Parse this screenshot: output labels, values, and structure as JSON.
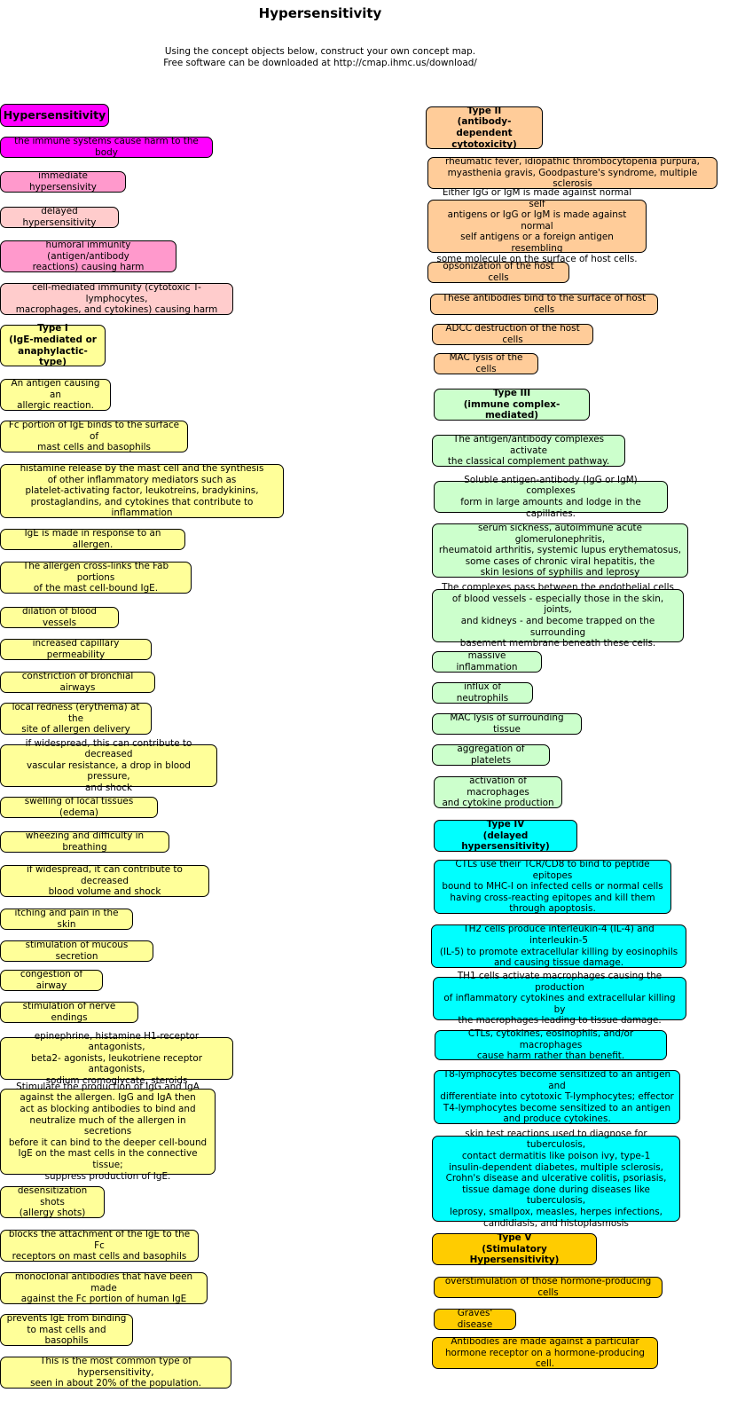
{
  "title": "Hypersensitivity",
  "instructions": {
    "line1": "Using the concept objects below, construct your own concept map.",
    "line2": "Free software can be downloaded at http://cmap.ihmc.us/download/"
  },
  "colors": {
    "magenta": "#ff00ff",
    "pink": "#ff99cc",
    "light_pink": "#ffcccc",
    "yellow": "#ffff99",
    "peach": "#ffcc99",
    "light_green": "#ccffcc",
    "cyan": "#00ffff",
    "gold": "#ffcc00"
  },
  "nodes": [
    {
      "id": "hypersensitivity",
      "text": "Hypersensitivity",
      "color": "#ff00ff"
    },
    {
      "id": "immune-harm",
      "text": "the immune systems cause harm to the body",
      "color": "#ff00ff"
    },
    {
      "id": "immediate-hypersensitivity",
      "text": "immediate hypersensivity",
      "color": "#ff99cc"
    },
    {
      "id": "delayed-hypersensitivity",
      "text": "delayed hypersensitivity",
      "color": "#ffcccc"
    },
    {
      "id": "humoral-immunity",
      "text": "humoral immunity (antigen/antibody\nreactions) causing harm",
      "color": "#ff99cc"
    },
    {
      "id": "cell-mediated-immunity",
      "text": "cell-mediated immunity (cytotoxic T-lymphocytes,\nmacrophages, and cytokines) causing harm",
      "color": "#ffcccc"
    },
    {
      "id": "type-1",
      "text": "Type I\n(IgE-mediated or\nanaphylactic-type)",
      "color": "#ffff99"
    },
    {
      "id": "antigen-allergic",
      "text": "An antigen causing an\nallergic reaction.",
      "color": "#ffff99"
    },
    {
      "id": "fc-portion",
      "text": "Fc portion of IgE binds to the surface of\nmast cells and basophils",
      "color": "#ffff99"
    },
    {
      "id": "histamine-release",
      "text": "histamine release by the mast cell and the synthesis\nof other inflammatory mediators such as\nplatelet-activating factor, leukotreins, bradykinins,\nprostaglandins, and cytokines that contribute to inflammation",
      "color": "#ffff99"
    },
    {
      "id": "ige-made",
      "text": "IgE is made in response to an allergen.",
      "color": "#ffff99"
    },
    {
      "id": "allergen-crosslinks",
      "text": "The allergen cross-links the Fab portions\nof the mast cell-bound IgE.",
      "color": "#ffff99"
    },
    {
      "id": "dilation",
      "text": "dilation of blood vessels",
      "color": "#ffff99"
    },
    {
      "id": "capillary-permeability",
      "text": "increased capillary permeability",
      "color": "#ffff99"
    },
    {
      "id": "bronchial-constriction",
      "text": "constriction of bronchial airways",
      "color": "#ffff99"
    },
    {
      "id": "local-redness",
      "text": "local redness (erythema) at the\nsite of allergen delivery",
      "color": "#ffff99"
    },
    {
      "id": "widespread-shock",
      "text": "if widespread, this can contribute to decreased\nvascular resistance, a drop in blood pressure,\nand shock",
      "color": "#ffff99"
    },
    {
      "id": "swelling",
      "text": "swelling of local tissues (edema)",
      "color": "#ffff99"
    },
    {
      "id": "wheezing",
      "text": "wheezing and difficulty in breathing",
      "color": "#ffff99"
    },
    {
      "id": "widespread-volume",
      "text": "if widespread, it can contribute to decreased\nblood volume and shock",
      "color": "#ffff99"
    },
    {
      "id": "itching",
      "text": "itching and pain in the skin",
      "color": "#ffff99"
    },
    {
      "id": "mucous",
      "text": "stimulation of mucous secretion",
      "color": "#ffff99"
    },
    {
      "id": "congestion",
      "text": "congestion of airway",
      "color": "#ffff99"
    },
    {
      "id": "nerve-endings",
      "text": "stimulation of nerve endings",
      "color": "#ffff99"
    },
    {
      "id": "epinephrine",
      "text": "epinephrine, histamine H1-receptor antagonists,\nbeta2- agonists, leukotriene receptor antagonists,\nsodium cromoglycate, steroids",
      "color": "#ffff99"
    },
    {
      "id": "stimulate-igg",
      "text": "Stimulate the production of IgG and IgA\nagainst the allergen. IgG and IgA then\nact as blocking antibodies to bind and\nneutralize much of the allergen in secretions\nbefore it can bind to the deeper cell-bound\nIgE on the mast cells in the connective tissue;\nsuppress production of IgE.",
      "color": "#ffff99"
    },
    {
      "id": "desensitization",
      "text": "desensitization shots\n(allergy shots)",
      "color": "#ffff99"
    },
    {
      "id": "blocks-attachment",
      "text": "blocks the attachment of the IgE to the Fc\nreceptors on mast cells and basophils",
      "color": "#ffff99"
    },
    {
      "id": "monoclonal",
      "text": "monoclonal antibodies that have been made\nagainst the Fc portion of human IgE",
      "color": "#ffff99"
    },
    {
      "id": "prevents-ige",
      "text": "prevents IgE from binding\nto mast cells and basophils",
      "color": "#ffff99"
    },
    {
      "id": "most-common",
      "text": "This is the most common type of hypersensitivity,\nseen in about 20% of the population.",
      "color": "#ffff99"
    },
    {
      "id": "type-2",
      "text": "Type II\n(antibody-dependent\ncytotoxicity)",
      "color": "#ffcc99"
    },
    {
      "id": "rheumatic-fever",
      "text": "rheumatic fever, idiopathic thrombocytopenia purpura,\nmyasthenia gravis, Goodpasture's syndrome, multiple sclerosis",
      "color": "#ffcc99"
    },
    {
      "id": "igg-igm",
      "text": "Either IgG or IgM is made against normal self\nantigens or IgG or IgM is made against normal\nself antigens or a foreign antigen resembling\nsome molecule on the surface of host cells.",
      "color": "#ffcc99"
    },
    {
      "id": "opsonization",
      "text": "opsonization of the host cells",
      "color": "#ffcc99"
    },
    {
      "id": "antibodies-bind",
      "text": "These antibodies bind to the surface of host cells",
      "color": "#ffcc99"
    },
    {
      "id": "adcc",
      "text": "ADCC destruction of the host cells",
      "color": "#ffcc99"
    },
    {
      "id": "mac-lysis-cells",
      "text": "MAC lysis of the cells",
      "color": "#ffcc99"
    },
    {
      "id": "type-3",
      "text": "Type III\n(immune complex-mediated)",
      "color": "#ccffcc"
    },
    {
      "id": "complexes-activate",
      "text": "The antigen/antibody complexes activate\nthe classical complement pathway.",
      "color": "#ccffcc"
    },
    {
      "id": "soluble-complexes",
      "text": "Soluble antigen-antibody (IgG or IgM) complexes\nform in large amounts and lodge in the capillaries.",
      "color": "#ccffcc"
    },
    {
      "id": "serum-sickness",
      "text": "serum sickness, autoimmune acute glomerulonephritis,\nrheumatoid arthritis, systemic lupus erythematosus,\nsome cases of chronic viral hepatitis, the\nskin lesions of syphilis and leprosy",
      "color": "#ccffcc"
    },
    {
      "id": "complexes-pass",
      "text": "The complexes pass between the endothelial cells\nof blood vessels - especially those in the skin, joints,\nand kidneys - and become trapped on the surrounding\nbasement membrane beneath these cells.",
      "color": "#ccffcc"
    },
    {
      "id": "massive-inflammation",
      "text": "massive inflammation",
      "color": "#ccffcc"
    },
    {
      "id": "neutrophils",
      "text": "influx of neutrophils",
      "color": "#ccffcc"
    },
    {
      "id": "mac-lysis-tissue",
      "text": "MAC lysis of surrounding tissue",
      "color": "#ccffcc"
    },
    {
      "id": "platelets",
      "text": "aggregation of platelets",
      "color": "#ccffcc"
    },
    {
      "id": "macrophages-activation",
      "text": "activation of macrophages\nand cytokine production",
      "color": "#ccffcc"
    },
    {
      "id": "type-4",
      "text": "Type IV\n(delayed hypersensitivity)",
      "color": "#00ffff"
    },
    {
      "id": "ctls-tcr",
      "text": "CTLs use their TCR/CD8 to bind to peptide epitopes\nbound to MHC-I on infected cells or normal cells\nhaving cross-reacting epitopes and kill them\nthrough apoptosis.",
      "color": "#00ffff"
    },
    {
      "id": "th2-cells",
      "text": "TH2 cells produce interleukin-4 (IL-4) and interleukin-5\n(IL-5) to promote extracellular killing by eosinophils\nand causing tissue damage.",
      "color": "#00ffff"
    },
    {
      "id": "th1-cells",
      "text": "TH1 cells activate macrophages causing the production\nof inflammatory cytokines and extracellular killing by\nthe macrophages leading to tissue damage.",
      "color": "#00ffff"
    },
    {
      "id": "ctls-cytokines",
      "text": "CTLs, cytokines, eosinophils, and/or macrophages\ncause harm rather than benefit.",
      "color": "#00ffff"
    },
    {
      "id": "t8-lymphocytes",
      "text": "T8-lymphocytes become sensitized to an antigen and\ndifferentiate into cytotoxic T-lymphocytes; effector\nT4-lymphocytes become sensitized to an antigen\nand produce cytokines.",
      "color": "#00ffff"
    },
    {
      "id": "skin-test",
      "text": "skin test reactions used to diagnose for tuberculosis,\ncontact dermatitis like poison ivy, type-1\ninsulin-dependent diabetes, multiple sclerosis,\nCrohn's disease and ulcerative colitis, psoriasis,\ntissue damage done during diseases like tuberculosis,\nleprosy, smallpox, measles, herpes infections,\ncandidiasis, and histoplasmosis",
      "color": "#00ffff"
    },
    {
      "id": "type-5",
      "text": "Type V\n(Stimulatory Hypersensitivity)",
      "color": "#ffcc00"
    },
    {
      "id": "overstimulation",
      "text": "overstimulation of those hormone-producing cells",
      "color": "#ffcc00"
    },
    {
      "id": "graves",
      "text": "Graves' disease",
      "color": "#ffcc00"
    },
    {
      "id": "antibodies-hormone",
      "text": "Antibodies are made against a particular\nhormone receptor on a hormone-producing cell.",
      "color": "#ffcc00"
    }
  ]
}
